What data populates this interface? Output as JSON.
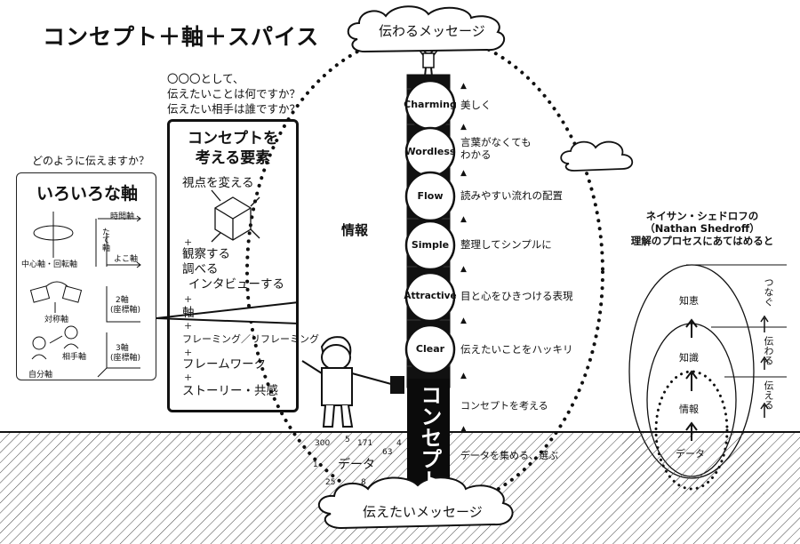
{
  "title": "コンセプト＋軸＋スパイス",
  "top_question": [
    "〇〇〇として、",
    "伝えたいことは何ですか？",
    "伝えたい相手は誰ですか？"
  ],
  "left_question": "どのように伝えますか？",
  "axes_box": {
    "heading": "いろいろな軸",
    "items": [
      "時間軸",
      "たて軸",
      "よこ軸",
      "中心軸・回転軸",
      "対称軸",
      "2軸",
      "(座標軸)",
      "相手軸",
      "自分軸",
      "3軸",
      "(座標軸)"
    ]
  },
  "elements_box": {
    "heading": [
      "コンセプトを",
      "考える要素"
    ],
    "items": [
      "視点を変える",
      "観察する",
      "調べる",
      "インタビューする",
      "軸",
      "フレーミング／リフレーミング",
      "フレームワーク",
      "ストーリー・共感"
    ],
    "plus": "+"
  },
  "info_label": "情報",
  "clouds": {
    "top": "伝わるメッセージ",
    "bottom": "伝えたいメッセージ"
  },
  "tower_label": "コンセプト",
  "steps": [
    {
      "label": "Charming",
      "desc": [
        "美しく"
      ]
    },
    {
      "label": "Wordless",
      "desc": [
        "言葉がなくても",
        "わかる"
      ]
    },
    {
      "label": "Flow",
      "desc": [
        "読みやすい流れの配置"
      ]
    },
    {
      "label": "Simple",
      "desc": [
        "整理してシンプルに"
      ]
    },
    {
      "label": "Attractive",
      "desc": [
        "目と心をひきつける表現"
      ]
    },
    {
      "label": "Clear",
      "desc": [
        "伝えたいことをハッキリ"
      ]
    }
  ],
  "lower_steps": [
    "コンセプトを考える",
    "データを集める、選ぶ"
  ],
  "arrow_glyph": "▲",
  "data_label": "データ",
  "numbers": [
    "300",
    "5",
    "171",
    "4",
    "63",
    "1",
    "25",
    "8"
  ],
  "nathan": {
    "caption": [
      "ネイサン・シェドロフの",
      "（Nathan Shedroff）",
      "理解のプロセスにあてはめると"
    ],
    "layers": [
      "知恵",
      "知識",
      "情報",
      "データ"
    ],
    "side_labels": [
      "つなぐ",
      "伝わる",
      "伝える"
    ]
  }
}
